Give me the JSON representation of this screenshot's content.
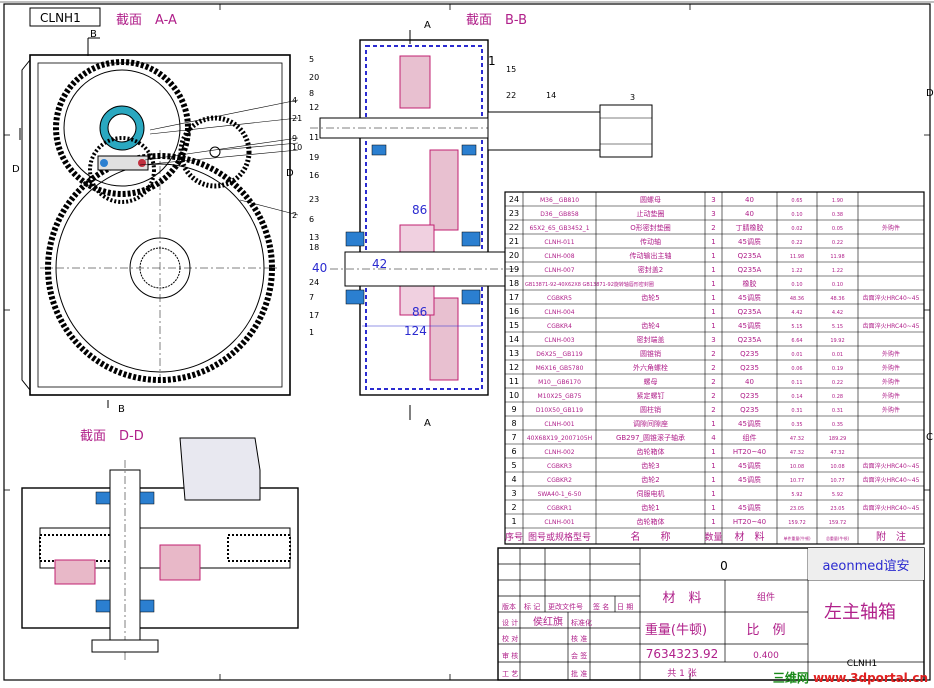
{
  "corner_code": "CLNH1",
  "sections": {
    "aa": "截面　A-A",
    "bb": "截面　B-B",
    "dd": "截面　D-D"
  },
  "markers": {
    "a": "A",
    "b": "B",
    "d": "D"
  },
  "dims": {
    "d86_top": "86",
    "d40": "40",
    "d42": "42",
    "d86_bot": "86",
    "d124": "124"
  },
  "callouts": [
    "1",
    "2",
    "3",
    "4",
    "5",
    "6",
    "7",
    "8",
    "9",
    "10",
    "11",
    "12",
    "13",
    "14",
    "15",
    "16",
    "17",
    "18",
    "19",
    "20",
    "21",
    "22",
    "23",
    "24"
  ],
  "bom_rows": [
    {
      "no": "24",
      "code": "M36__GB810",
      "name": "圆螺母",
      "qty": "3",
      "mat": "40",
      "w1": "0.65",
      "w2": "1.90",
      "note": ""
    },
    {
      "no": "23",
      "code": "D36__GB858",
      "name": "止动垫圈",
      "qty": "3",
      "mat": "40",
      "w1": "0.10",
      "w2": "0.38",
      "note": ""
    },
    {
      "no": "22",
      "code": "65X2_65_GB3452_1",
      "name": "O形密封垫圈",
      "qty": "2",
      "mat": "丁腈橡胶",
      "w1": "0.02",
      "w2": "0.05",
      "note": "外购件"
    },
    {
      "no": "21",
      "code": "CLNH-011",
      "name": "传动轴",
      "qty": "1",
      "mat": "45调质",
      "w1": "0.22",
      "w2": "0.22",
      "note": ""
    },
    {
      "no": "20",
      "code": "CLNH-008",
      "name": "传动输出主轴",
      "qty": "1",
      "mat": "Q235A",
      "w1": "11.98",
      "w2": "11.98",
      "note": ""
    },
    {
      "no": "19",
      "code": "CLNH-007",
      "name": "密封盖2",
      "qty": "1",
      "mat": "Q235A",
      "w1": "1.22",
      "w2": "1.22",
      "note": ""
    },
    {
      "no": "18",
      "code": "GB13871-92-40X62X8 GB13871-92旋转轴唇形密封圈",
      "name": "",
      "qty": "1",
      "mat": "橡胶",
      "w1": "0.10",
      "w2": "0.10",
      "note": ""
    },
    {
      "no": "17",
      "code": "CGBKR5",
      "name": "齿轮5",
      "qty": "1",
      "mat": "45调质",
      "w1": "48.36",
      "w2": "48.36",
      "note": "齿面淬火HRC40~45"
    },
    {
      "no": "16",
      "code": "CLNH-004",
      "name": "",
      "qty": "1",
      "mat": "Q235A",
      "w1": "4.42",
      "w2": "4.42",
      "note": ""
    },
    {
      "no": "15",
      "code": "CGBKR4",
      "name": "齿轮4",
      "qty": "1",
      "mat": "45调质",
      "w1": "5.15",
      "w2": "5.15",
      "note": "齿面淬火HRC40~45"
    },
    {
      "no": "14",
      "code": "CLNH-003",
      "name": "密封端盖",
      "qty": "3",
      "mat": "Q235A",
      "w1": "6.64",
      "w2": "19.92",
      "note": ""
    },
    {
      "no": "13",
      "code": "D6X25__GB119",
      "name": "圆锥销",
      "qty": "2",
      "mat": "Q235",
      "w1": "0.01",
      "w2": "0.01",
      "note": "外购件"
    },
    {
      "no": "12",
      "code": "M6X16_GB5780",
      "name": "外六角螺栓",
      "qty": "2",
      "mat": "Q235",
      "w1": "0.06",
      "w2": "0.19",
      "note": "外购件"
    },
    {
      "no": "11",
      "code": "M10__GB6170",
      "name": "螺母",
      "qty": "2",
      "mat": "40",
      "w1": "0.11",
      "w2": "0.22",
      "note": "外购件"
    },
    {
      "no": "10",
      "code": "M10X25_GB75",
      "name": "紧定螺钉",
      "qty": "2",
      "mat": "Q235",
      "w1": "0.14",
      "w2": "0.28",
      "note": "外购件"
    },
    {
      "no": "9",
      "code": "D10X50_GB119",
      "name": "圆柱销",
      "qty": "2",
      "mat": "Q235",
      "w1": "0.31",
      "w2": "0.31",
      "note": "外购件"
    },
    {
      "no": "8",
      "code": "CLNH-001",
      "name": "调隙间隙座",
      "qty": "1",
      "mat": "45调质",
      "w1": "0.35",
      "w2": "0.35",
      "note": ""
    },
    {
      "no": "7",
      "code": "40X68X19_2007105H",
      "name": "GB297_圆锥滚子轴承",
      "qty": "4",
      "mat": "组件",
      "w1": "47.32",
      "w2": "189.29",
      "note": ""
    },
    {
      "no": "6",
      "code": "CLNH-002",
      "name": "齿轮箱体",
      "qty": "1",
      "mat": "HT20~40",
      "w1": "47.32",
      "w2": "47.32",
      "note": ""
    },
    {
      "no": "5",
      "code": "CGBKR3",
      "name": "齿轮3",
      "qty": "1",
      "mat": "45调质",
      "w1": "10.08",
      "w2": "10.08",
      "note": "齿面淬火HRC40~45"
    },
    {
      "no": "4",
      "code": "CGBKR2",
      "name": "齿轮2",
      "qty": "1",
      "mat": "45调质",
      "w1": "10.77",
      "w2": "10.77",
      "note": "齿面淬火HRC40~45"
    },
    {
      "no": "3",
      "code": "SWA40-1_6-50",
      "name": "伺服电机",
      "qty": "1",
      "mat": "",
      "w1": "5.92",
      "w2": "5.92",
      "note": ""
    },
    {
      "no": "2",
      "code": "CGBKR1",
      "name": "齿轮1",
      "qty": "1",
      "mat": "45调质",
      "w1": "23.05",
      "w2": "23.05",
      "note": "齿面淬火HRC40~45"
    },
    {
      "no": "1",
      "code": "CLNH-001",
      "name": "齿轮箱体",
      "qty": "1",
      "mat": "HT20~40",
      "w1": "159.72",
      "w2": "159.72",
      "note": ""
    }
  ],
  "bom_header": {
    "no": "序号",
    "code": "图号或规格型号",
    "name": "名　　称",
    "qty": "数量",
    "mat": "材　料",
    "w1": "单件重量(牛顿)",
    "w2": "总重量(牛顿)",
    "note": "附　注"
  },
  "title_block": {
    "zero": "0",
    "company": "aeonmed谊安",
    "material_label": "材　料",
    "assembly_label": "组件",
    "part_title": "左主轴箱",
    "weight_label": "重量(牛顿)",
    "scale_label": "比　例",
    "weight_value": "7634323.92",
    "scale_value": "0.400",
    "drawing_code": "CLNH1",
    "sheets": "共 1 张",
    "rows_left": [
      "版本",
      "标 记",
      "更改文件号",
      "签 名",
      "日 期"
    ],
    "design": "设 计",
    "designer": "侯红旗",
    "standard": "标准化",
    "check": "校 对",
    "review": "核 准",
    "audit": "审 核",
    "countersign": "会 签",
    "craft": "工 艺",
    "approve": "批 准"
  },
  "watermark": {
    "cn": "三维网",
    "url": "www.3dportal.cn"
  }
}
